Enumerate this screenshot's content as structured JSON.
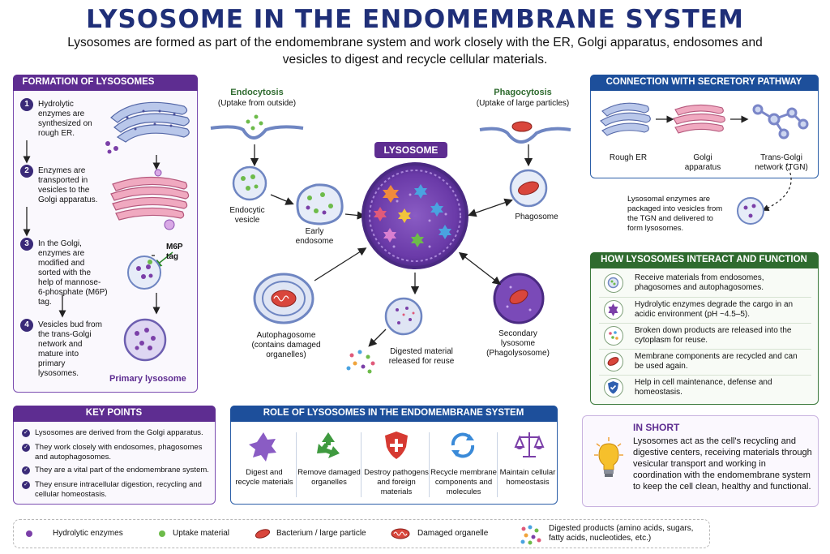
{
  "title": "LYSOSOME IN THE ENDOMEMBRANE SYSTEM",
  "subtitle": "Lysosomes are formed as part of the endomembrane system and work closely with the ER, Golgi apparatus, endosomes and vesicles to digest and recycle cellular materials.",
  "formation": {
    "header": "FORMATION OF LYSOSOMES",
    "steps": [
      {
        "num": "1",
        "text": "Hydrolytic enzymes are synthesized on rough ER."
      },
      {
        "num": "2",
        "text": "Enzymes are transported in vesicles to the Golgi apparatus."
      },
      {
        "num": "3",
        "text": "In the Golgi, enzymes are modified and sorted with the help of mannose-6-phosphate (M6P) tag."
      },
      {
        "num": "4",
        "text": "Vesicles bud from the trans-Golgi network and mature into primary lysosomes."
      }
    ],
    "m6p_tag": "M6P tag",
    "primary_lysosome": "Primary lysosome"
  },
  "center": {
    "endocytosis": "Endocytosis",
    "endocytosis_sub": "(Uptake from outside)",
    "phagocytosis": "Phagocytosis",
    "phagocytosis_sub": "(Uptake of large particles)",
    "lysosome_label": "LYSOSOME",
    "endocytic_vesicle": "Endocytic vesicle",
    "early_endosome": "Early endosome",
    "phagosome": "Phagosome",
    "autophagosome": "Autophagosome (contains damaged organelles)",
    "digested_material": "Digested material released for reuse",
    "secondary_lysosome": "Secondary lysosome (Phagolysosome)"
  },
  "connection": {
    "header": "CONNECTION WITH SECRETORY PATHWAY",
    "rough_er": "Rough ER",
    "golgi": "Golgi apparatus",
    "tgn": "Trans-Golgi network (TGN)",
    "note": "Lysosomal enzymes are packaged into vesicles from the TGN and delivered to form lysosomes."
  },
  "interact": {
    "header": "HOW LYSOSOMES INTERACT AND FUNCTION",
    "items": [
      "Receive materials from endosomes, phagosomes and autophagosomes.",
      "Hydrolytic enzymes degrade the cargo in an acidic environment (pH ~4.5–5).",
      "Broken down products are released into the cytoplasm for reuse.",
      "Membrane components are recycled and can be used again.",
      "Help in cell maintenance, defense and homeostasis."
    ]
  },
  "keypoints": {
    "header": "KEY POINTS",
    "items": [
      "Lysosomes are derived from the Golgi apparatus.",
      "They work closely with endosomes, phagosomes and autophagosomes.",
      "They are a vital part of the endomembrane system.",
      "They ensure intracellular digestion, recycling and cellular homeostasis."
    ]
  },
  "role": {
    "header": "ROLE OF LYSOSOMES IN THE ENDOMEMBRANE SYSTEM",
    "items": [
      "Digest and recycle materials",
      "Remove damaged organelles",
      "Destroy pathogens and foreign materials",
      "Recycle membrane components and molecules",
      "Maintain cellular homeostasis"
    ]
  },
  "short": {
    "header": "IN SHORT",
    "text": "Lysosomes act as the cell's recycling and digestive centers, receiving materials through vesicular transport and working in coordination with the endomembrane system to keep the cell clean, healthy and functional."
  },
  "legend": {
    "items": [
      "Hydrolytic enzymes",
      "Uptake material",
      "Bacterium / large particle",
      "Damaged organelle",
      "Digested products (amino acids, sugars, fatty acids, nucleotides, etc.)"
    ]
  },
  "colors": {
    "purple": "#5e2d91",
    "blue": "#1d4f9b",
    "green": "#2f6b2f",
    "navy_title": "#1f2f78"
  }
}
